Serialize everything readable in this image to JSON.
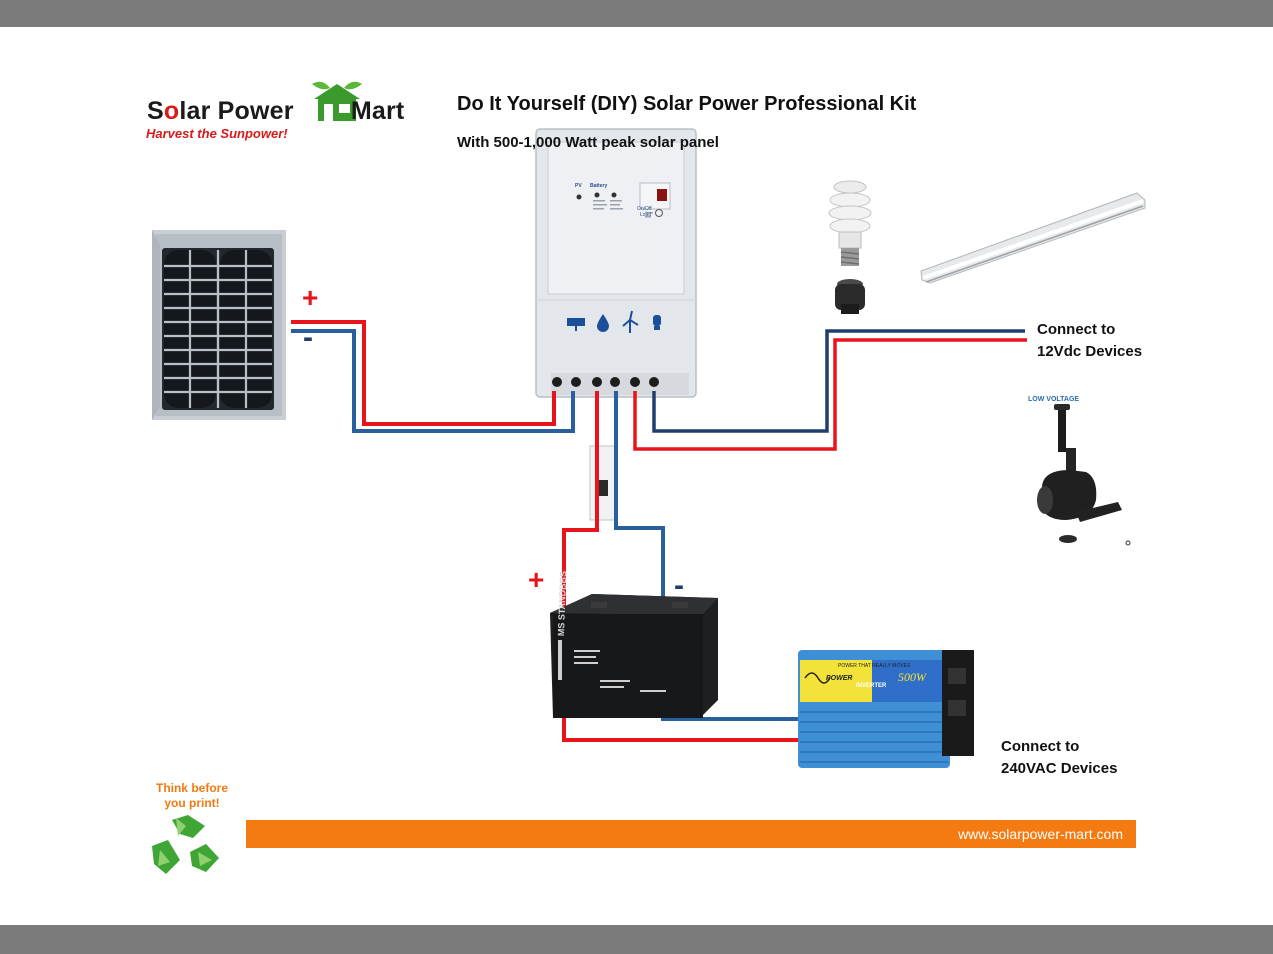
{
  "header": {
    "logo": {
      "brand_pre": "S",
      "brand_o": "o",
      "brand_post": "lar Power ",
      "brand_end": "Mart",
      "tagline": "Harvest the Sunpower!"
    },
    "title": "Do It Yourself (DIY) Solar Power Professional Kit",
    "subtitle": "With 500-1,000 Watt peak solar panel"
  },
  "polarity": {
    "panel_plus": "+",
    "panel_minus": "-",
    "battery_plus": "+",
    "battery_minus": "-"
  },
  "labels": {
    "dc_line1": "Connect to",
    "dc_line2": "12Vdc Devices",
    "ac_line1": "Connect to",
    "ac_line2": "240VAC Devices",
    "low_voltage": "LOW VOLTAGE"
  },
  "controller": {
    "pv": "PV",
    "battery": "Battery",
    "onoff": "On/Off",
    "load": "Load"
  },
  "battery_brand": "MS STANDBBS",
  "inverter": {
    "brand": "POWER",
    "model": "INVERTER",
    "rating": "500W",
    "slogan": "POWER THAT REALLY MOVES"
  },
  "footer": {
    "think_line1": "Think before",
    "think_line2": "you print!",
    "url": "www.solarpower-mart.com"
  },
  "colors": {
    "positive_wire": "#e8141b",
    "negative_wire": "#2a5f9e",
    "footer_bar": "#f47a12",
    "logo_green": "#3a9b2c",
    "tagline_red": "#d81a1a"
  }
}
